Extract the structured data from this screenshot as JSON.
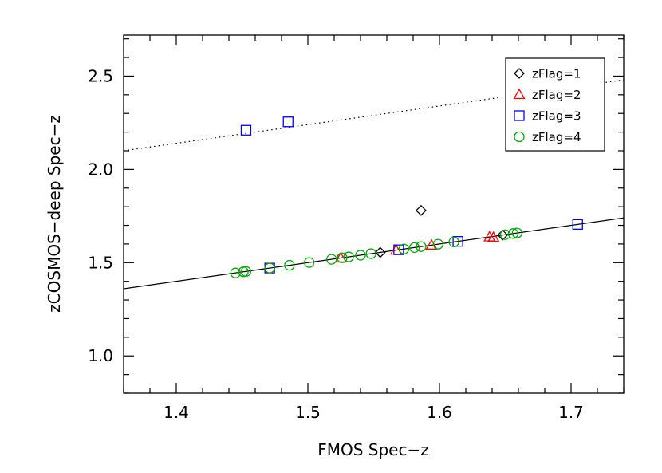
{
  "chart_data": {
    "type": "scatter",
    "xlabel": "FMOS Spec−z",
    "ylabel": "zCOSMOS−deep Spec−z",
    "xlim": [
      1.36,
      1.74
    ],
    "ylim": [
      0.8,
      2.72
    ],
    "x_ticks": [
      1.4,
      1.5,
      1.6,
      1.7
    ],
    "x_tick_labels": [
      "1.4",
      "1.5",
      "1.6",
      "1.7"
    ],
    "y_ticks": [
      1.0,
      1.5,
      2.0,
      2.5
    ],
    "y_tick_labels": [
      "1.0",
      "1.5",
      "2.0",
      "2.5"
    ],
    "grid": false,
    "legend_position": "top-right",
    "series": [
      {
        "name": "zFlag=1",
        "marker": "diamond",
        "color": "#000000",
        "points": [
          [
            1.555,
            1.555
          ],
          [
            1.586,
            1.78
          ],
          [
            1.648,
            1.648
          ]
        ]
      },
      {
        "name": "zFlag=2",
        "marker": "triangle",
        "color": "#ff0000",
        "points": [
          [
            1.525,
            1.525
          ],
          [
            1.567,
            1.567
          ],
          [
            1.594,
            1.594
          ],
          [
            1.638,
            1.638
          ],
          [
            1.641,
            1.636
          ]
        ]
      },
      {
        "name": "zFlag=3",
        "marker": "square",
        "color": "#0000ff",
        "points": [
          [
            1.453,
            2.21
          ],
          [
            1.485,
            2.255
          ],
          [
            1.471,
            1.471
          ],
          [
            1.569,
            1.569
          ],
          [
            1.614,
            1.614
          ],
          [
            1.705,
            1.705
          ]
        ]
      },
      {
        "name": "zFlag=4",
        "marker": "circle",
        "color": "#00aa00",
        "points": [
          [
            1.445,
            1.445
          ],
          [
            1.451,
            1.451
          ],
          [
            1.453,
            1.453
          ],
          [
            1.471,
            1.471
          ],
          [
            1.486,
            1.486
          ],
          [
            1.501,
            1.501
          ],
          [
            1.518,
            1.518
          ],
          [
            1.526,
            1.526
          ],
          [
            1.531,
            1.531
          ],
          [
            1.54,
            1.54
          ],
          [
            1.548,
            1.548
          ],
          [
            1.573,
            1.573
          ],
          [
            1.581,
            1.581
          ],
          [
            1.586,
            1.586
          ],
          [
            1.599,
            1.599
          ],
          [
            1.611,
            1.611
          ],
          [
            1.65,
            1.65
          ],
          [
            1.656,
            1.656
          ],
          [
            1.659,
            1.659
          ]
        ]
      }
    ],
    "lines": [
      {
        "style": "solid",
        "color": "#000000",
        "slope": 1,
        "intercept": 0
      },
      {
        "style": "dotted",
        "color": "#000000",
        "slope": 1,
        "intercept": 0.74
      }
    ]
  }
}
